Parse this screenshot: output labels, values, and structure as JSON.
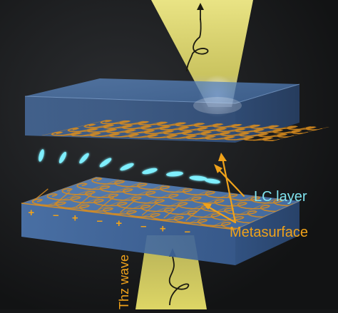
{
  "labels": {
    "lc_layer": "LC layer",
    "metasurface": "Metasurface",
    "thz_wave": "Thz wave"
  },
  "polarity_signs": [
    "+",
    "–",
    "+",
    "–",
    "+",
    "–",
    "+",
    "–"
  ],
  "colors": {
    "background": "#161718",
    "glass": "#4d78b4",
    "beam": "#e8e06a",
    "metal": "#d88c1e",
    "lc_molecule": "#7ff0ff",
    "label_cyan": "#7fe3ee",
    "label_orange": "#f0a21a"
  },
  "icons": [
    "thz-beam-upper",
    "thz-beam-lower",
    "polarization-arrow",
    "lc-molecule",
    "annotation-arrow"
  ]
}
